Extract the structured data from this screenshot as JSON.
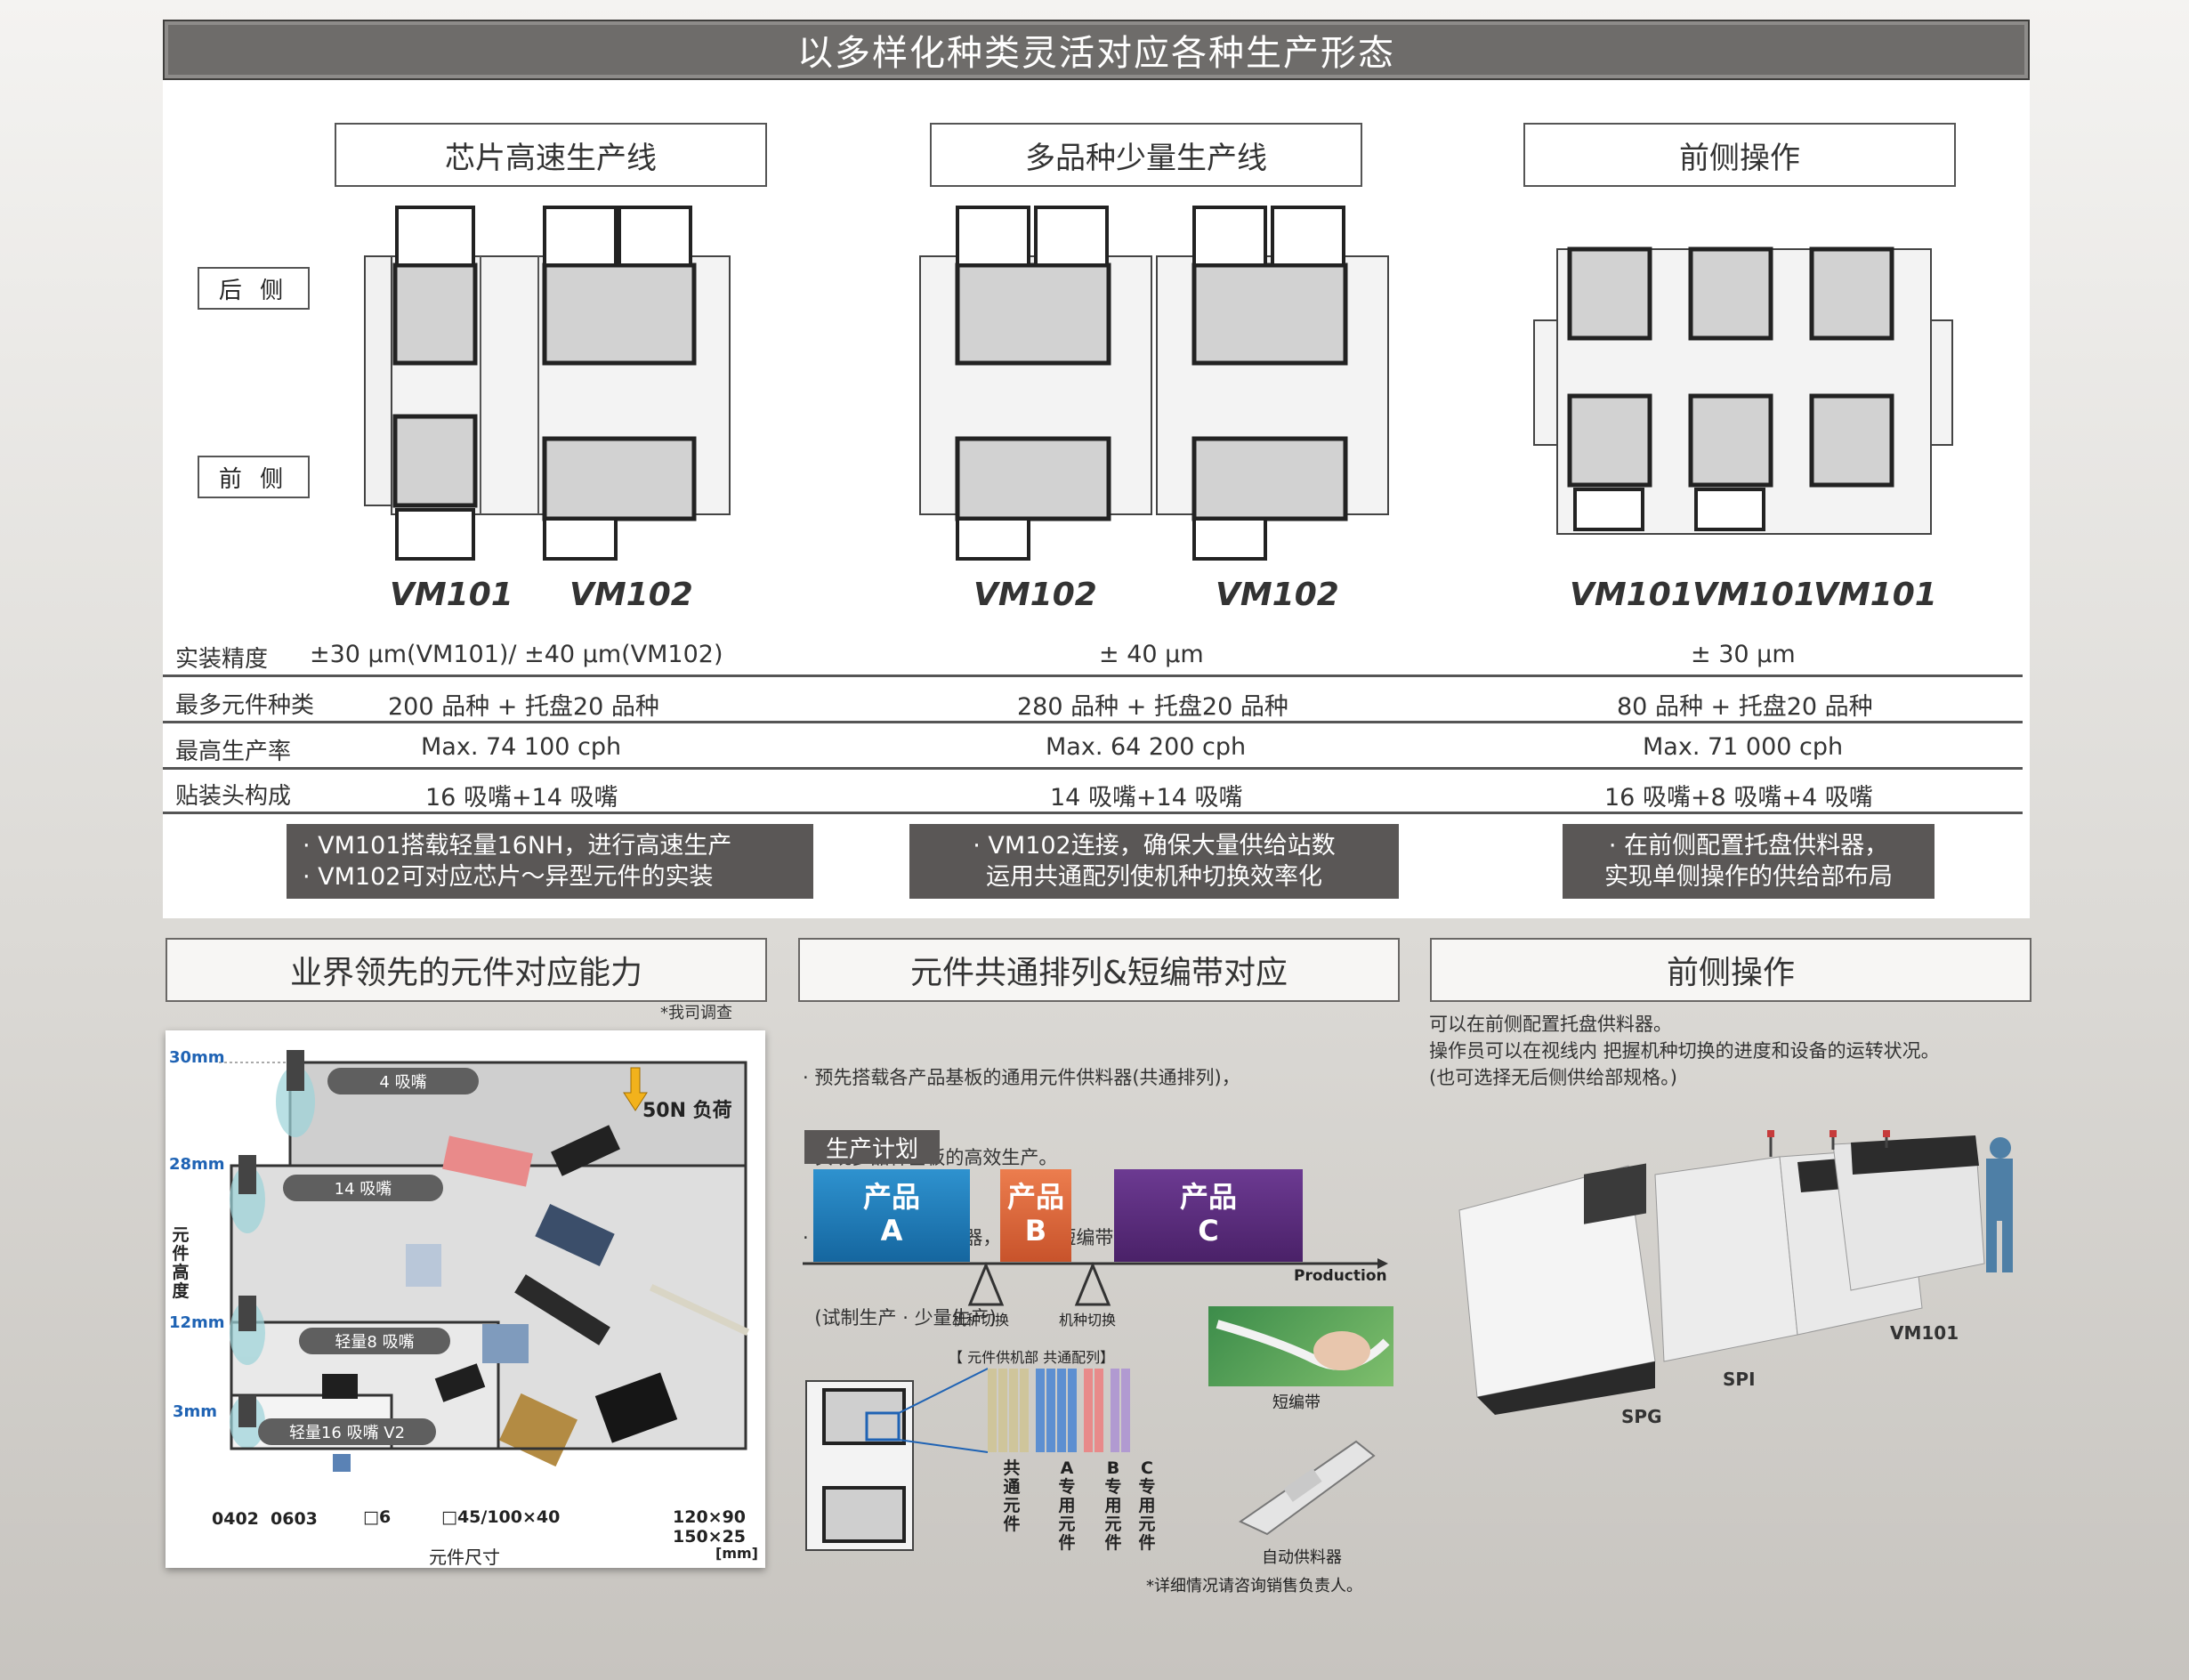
{
  "banner": "以多样化种类灵活对应各种生产形态",
  "columns": [
    {
      "title": "芯片高速生产线",
      "models": [
        "VM101",
        "VM102"
      ]
    },
    {
      "title": "多品种少量生产线",
      "models": [
        "VM102",
        "VM102"
      ]
    },
    {
      "title": "前侧操作",
      "models": [
        "VM101",
        "VM101",
        "VM101"
      ]
    }
  ],
  "side_labels": {
    "rear": "后 侧",
    "front": "前 侧"
  },
  "specs": [
    {
      "label": "实装精度",
      "values": [
        "±30 μm(VM101)/ ±40 μm(VM102)",
        "± 40 μm",
        "± 30 μm"
      ]
    },
    {
      "label": "最多元件种类",
      "values": [
        "200 品种 + 托盘20 品种",
        "280 品种 + 托盘20 品种",
        "80 品种 + 托盘20 品种"
      ]
    },
    {
      "label": "最高生产率",
      "values": [
        "Max. 74 100 cph",
        "Max. 64 200 cph",
        "Max. 71 000 cph"
      ]
    },
    {
      "label": "贴装头构成",
      "values": [
        "16 吸嘴+14 吸嘴",
        "14 吸嘴+14 吸嘴",
        "16 吸嘴+8 吸嘴+4 吸嘴"
      ]
    }
  ],
  "notes": [
    [
      "· VM101搭载轻量16NH，进行高速生产",
      "· VM102可对应芯片～异型元件的实装"
    ],
    [
      "· VM102连接，确保大量供给站数",
      "运用共通配列使机种切换效率化"
    ],
    [
      "· 在前侧配置托盘供料器，",
      "实现单侧操作的供给部布局"
    ]
  ],
  "section1": {
    "title": "业界领先的元件对应能力",
    "footnote": "*我司调查",
    "heights": [
      "30mm",
      "28mm",
      "12mm",
      "3mm"
    ],
    "y_label": "元件高度",
    "nozzles": [
      "4 吸嘴",
      "14 吸嘴",
      "轻量8 吸嘴",
      "轻量16 吸嘴 V2"
    ],
    "load": "50N 负荷",
    "x_ticks": [
      "0402",
      "0603",
      "□6",
      "□45/100×40",
      "120×90",
      "150×25"
    ],
    "x_unit": "[mm]",
    "x_label": "元件尺寸"
  },
  "section2": {
    "title": "元件共通排列&短编带对应",
    "bullets": [
      "· 预先搭载各产品基板的通用元件供料器(共通排列)，",
      "  实现多品种基板的高效生产。",
      "· 通过使用自动供料器，可对应短编带供给*。",
      "  (试制生产 · 少量生产)"
    ],
    "plan_tag": "生产计划",
    "products": [
      {
        "name": "产品",
        "letter": "A",
        "color": "#1d78b4"
      },
      {
        "name": "产品",
        "letter": "B",
        "color": "#d8653a"
      },
      {
        "name": "产品",
        "letter": "C",
        "color": "#5b2c7c"
      }
    ],
    "production_label": "Production",
    "switch_label": "机种切换",
    "feeder_caption": "【 元件供机部 共通配列】",
    "feeder_groups": [
      "共通元件",
      "A专用元件",
      "B专用元件",
      "C专用元件"
    ],
    "short_tape": "短编带",
    "auto_feeder": "自动供料器",
    "footnote": "*详细情况请咨询销售负责人。"
  },
  "section3": {
    "title": "前侧操作",
    "lines": [
      "可以在前侧配置托盘供料器。",
      "操作员可以在视线内 把握机种切换的进度和设备的运转状况。",
      "(也可选择无后侧供给部规格。)"
    ],
    "machine_labels": [
      "VM101",
      "SPI",
      "SPG"
    ]
  }
}
